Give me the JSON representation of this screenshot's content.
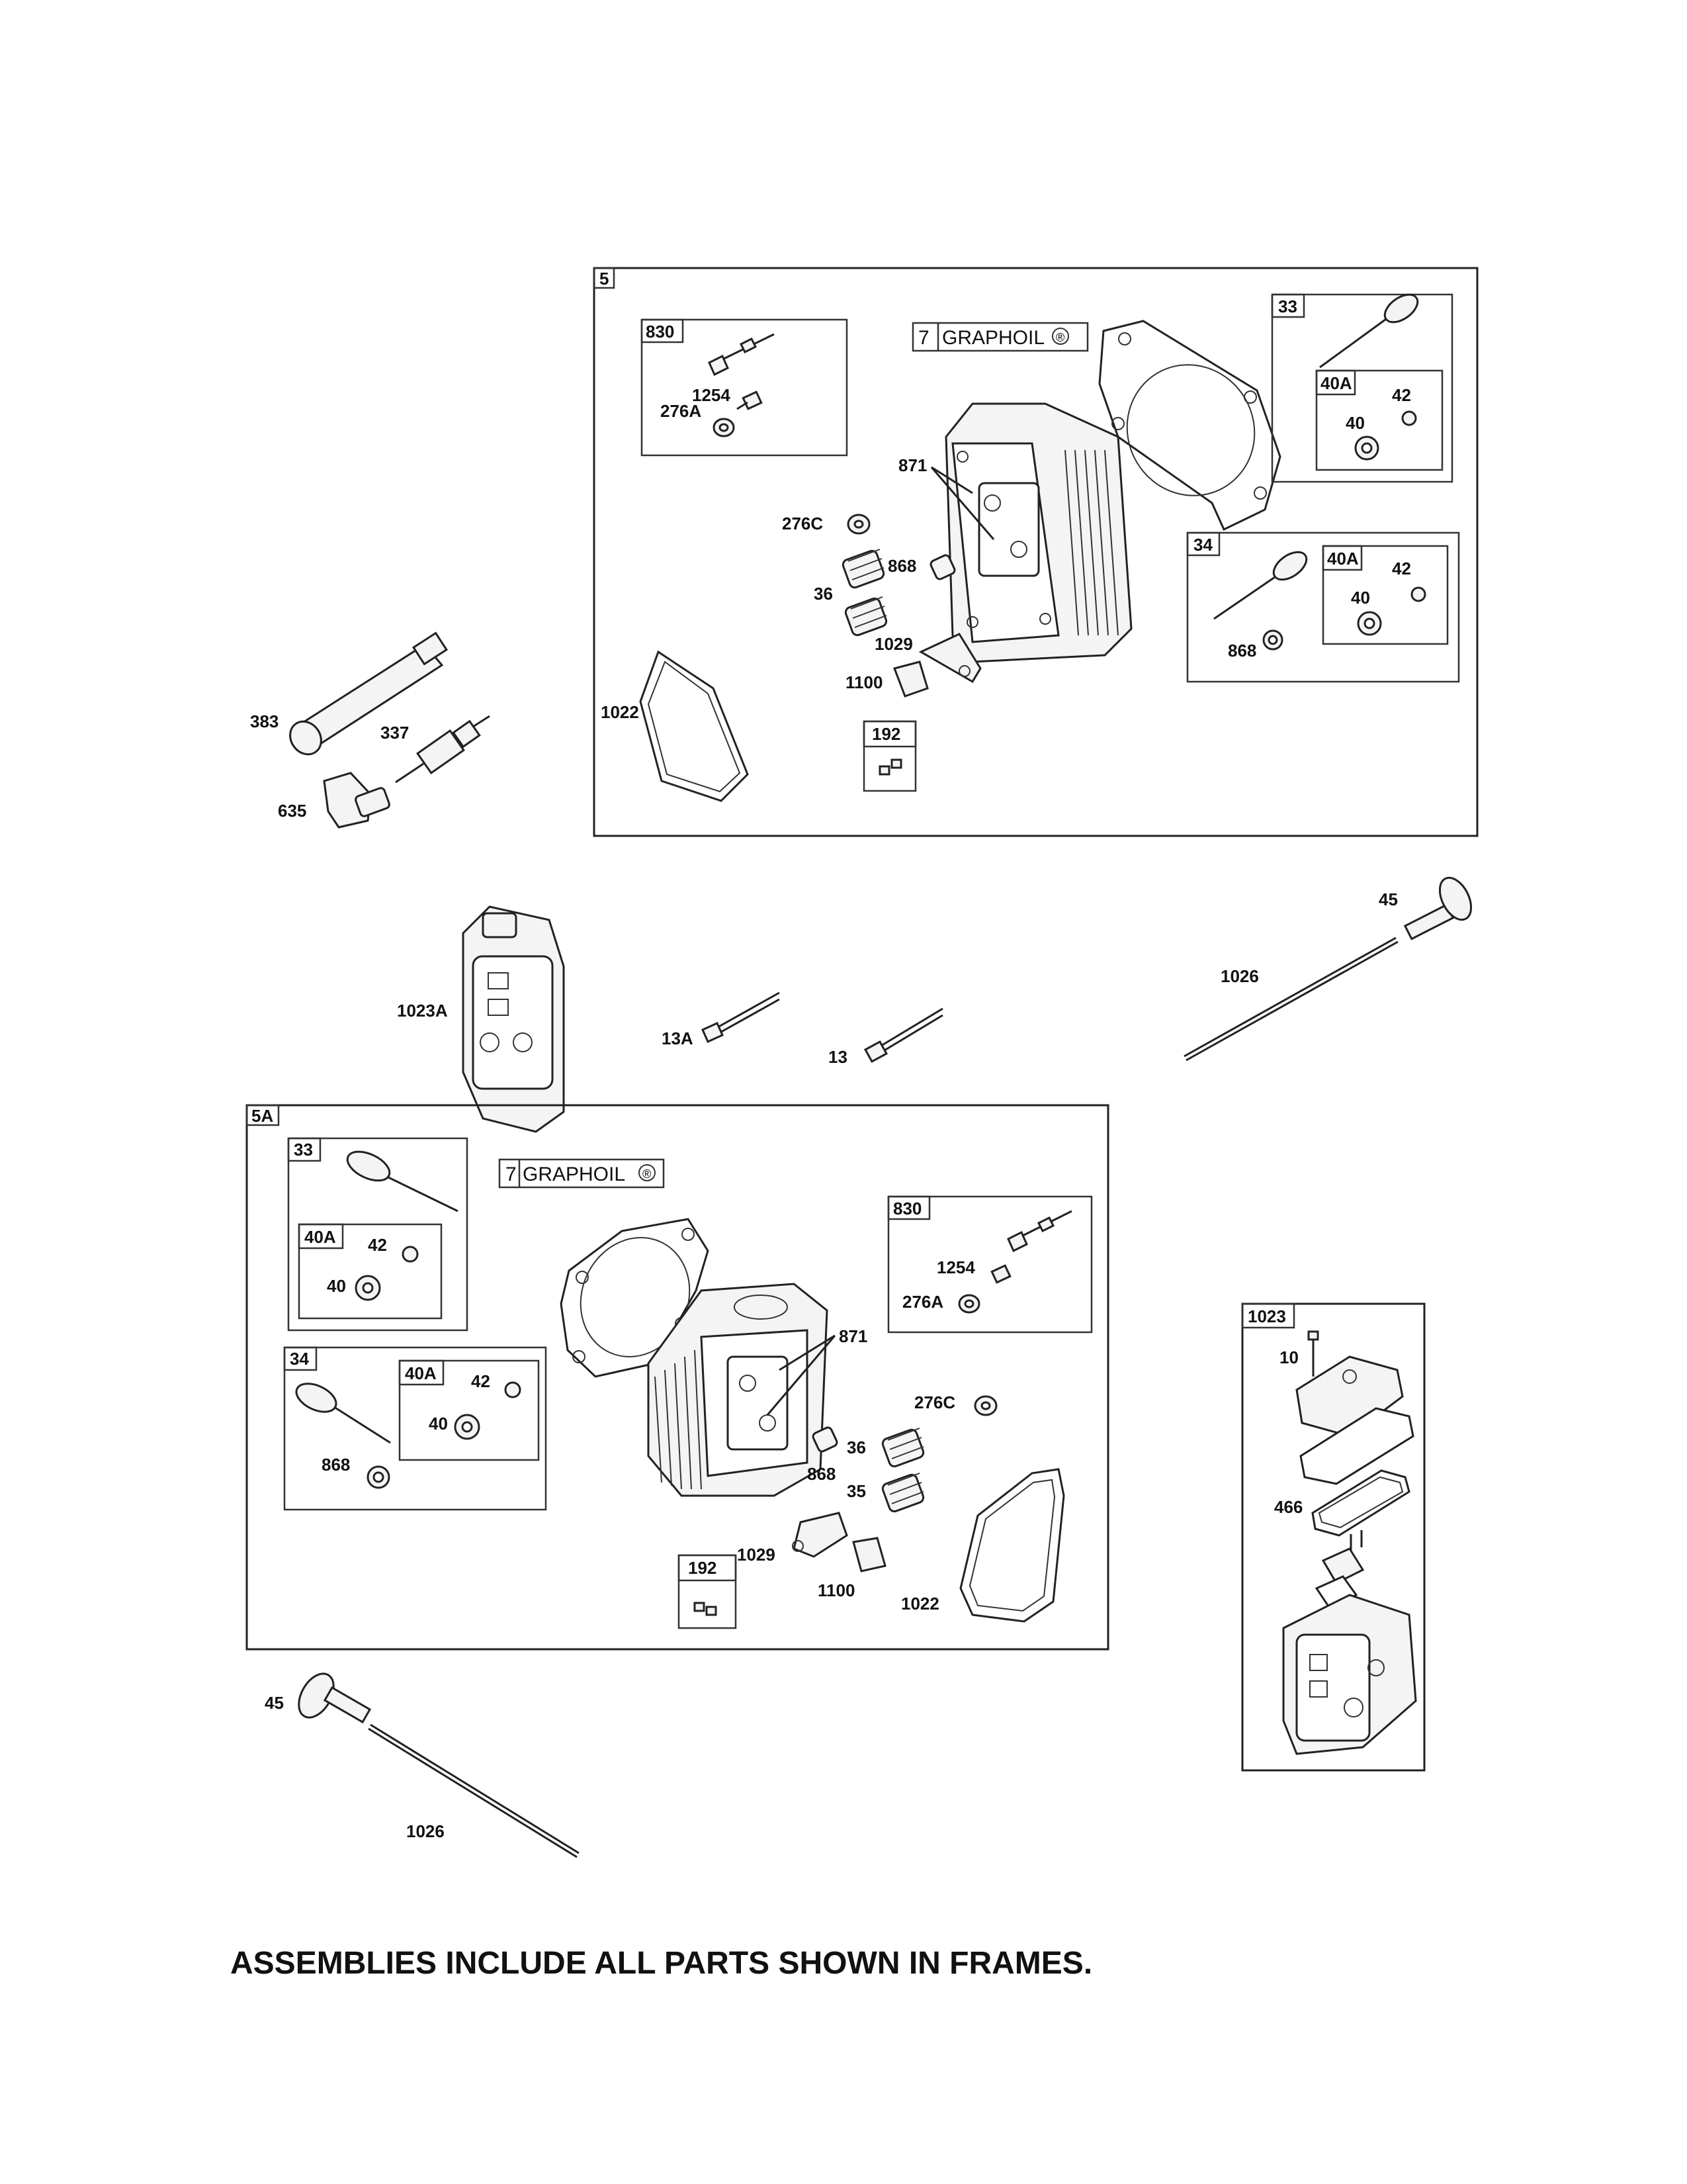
{
  "footer_note": "ASSEMBLIES INCLUDE ALL PARTS SHOWN IN FRAMES.",
  "graphoil_label": "GRAPHOIL",
  "graphoil_mark": "®",
  "frames": {
    "kit_5": "5",
    "kit_5a": "5A",
    "box_830": "830",
    "box_33": "33",
    "box_34": "34",
    "box_192": "192",
    "box_1023": "1023",
    "sub_40a": "40A",
    "graphoil_num": "7"
  },
  "labels": {
    "l1254": "1254",
    "l276a": "276A",
    "l871": "871",
    "l276c": "276C",
    "l868": "868",
    "l36": "36",
    "l35": "35",
    "l1029": "1029",
    "l1100": "1100",
    "l1022": "1022",
    "l42": "42",
    "l40": "40",
    "l383": "383",
    "l337": "337",
    "l635": "635",
    "l1023a": "1023A",
    "l13a": "13A",
    "l13": "13",
    "l45": "45",
    "l1026": "1026",
    "l10": "10",
    "l466": "466"
  }
}
